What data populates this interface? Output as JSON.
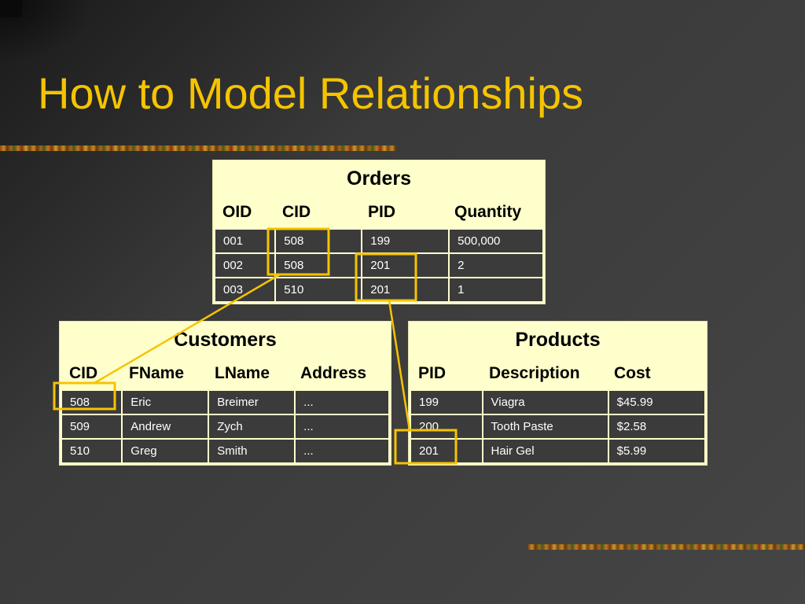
{
  "slide": {
    "title": "How to Model Relationships",
    "accent_color": "#f5c400",
    "table_background": "#ffffcc",
    "cell_background": "#3b3b3b"
  },
  "tables": {
    "orders": {
      "title": "Orders",
      "columns": [
        "OID",
        "CID",
        "PID",
        "Quantity"
      ],
      "rows": [
        [
          "001",
          "508",
          "199",
          "500,000"
        ],
        [
          "002",
          "508",
          "201",
          "2"
        ],
        [
          "003",
          "510",
          "201",
          "1"
        ]
      ]
    },
    "customers": {
      "title": "Customers",
      "columns": [
        "CID",
        "FName",
        "LName",
        "Address"
      ],
      "rows": [
        [
          "508",
          "Eric",
          "Breimer",
          "..."
        ],
        [
          "509",
          "Andrew",
          "Zych",
          "..."
        ],
        [
          "510",
          "Greg",
          "Smith",
          "..."
        ]
      ]
    },
    "products": {
      "title": "Products",
      "columns": [
        "PID",
        "Description",
        "Cost"
      ],
      "rows": [
        [
          "199",
          "Viagra",
          "$45.99"
        ],
        [
          "200",
          "Tooth Paste",
          "$2.58"
        ],
        [
          "201",
          "Hair Gel",
          "$5.99"
        ]
      ]
    }
  }
}
